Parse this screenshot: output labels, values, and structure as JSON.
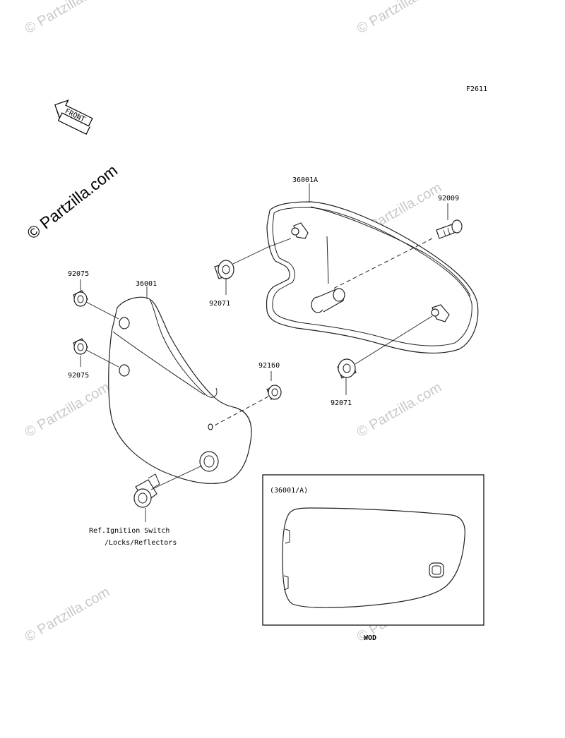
{
  "diagram": {
    "code": "F2611",
    "front_arrow": "FRONT",
    "watermark": "© Partzilla.com",
    "parts": {
      "cover_right": "36001A",
      "cover_left": "36001",
      "bolt": "92009",
      "grommet_upper": "92071",
      "grommet_lower": "92071",
      "damper_top": "92075",
      "damper_bottom": "92075",
      "grommet_small": "92160"
    },
    "reference_line1": "Ref.Ignition Switch",
    "reference_line2": "/Locks/Reflectors",
    "inset": {
      "label": "(36001/A)",
      "caption": "WOD"
    }
  }
}
